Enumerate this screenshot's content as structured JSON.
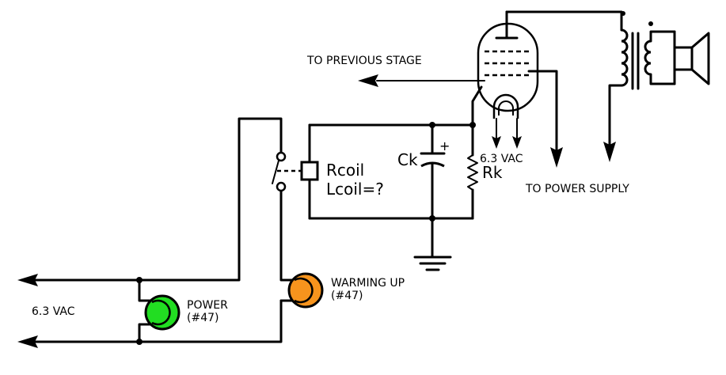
{
  "labels": {
    "to_previous_stage": "TO PREVIOUS STAGE",
    "to_power_supply": "TO POWER SUPPLY",
    "heater_vac_top": "6.3 VAC",
    "heater_vac_left": "6.3 VAC",
    "capacitor": "Ck",
    "capacitor_polarity": "+",
    "resistor": "Rk",
    "relay_rcoil": "Rcoil",
    "relay_lcoil": "Lcoil=?",
    "lamp_warming_title": "WARMING UP",
    "lamp_warming_part": "(#47)",
    "lamp_power_title": "POWER",
    "lamp_power_part": "(#47)"
  },
  "colors": {
    "wire": "#000000",
    "lamp_warming": "#f7941d",
    "lamp_power": "#22dd22"
  },
  "icons": {
    "tube": "vacuum-tube-icon",
    "transformer": "output-transformer-icon",
    "speaker": "speaker-icon",
    "ground": "ground-icon",
    "capacitor": "polarized-capacitor-icon",
    "resistor": "resistor-icon",
    "relay": "relay-icon",
    "lamp": "indicator-lamp-icon"
  }
}
